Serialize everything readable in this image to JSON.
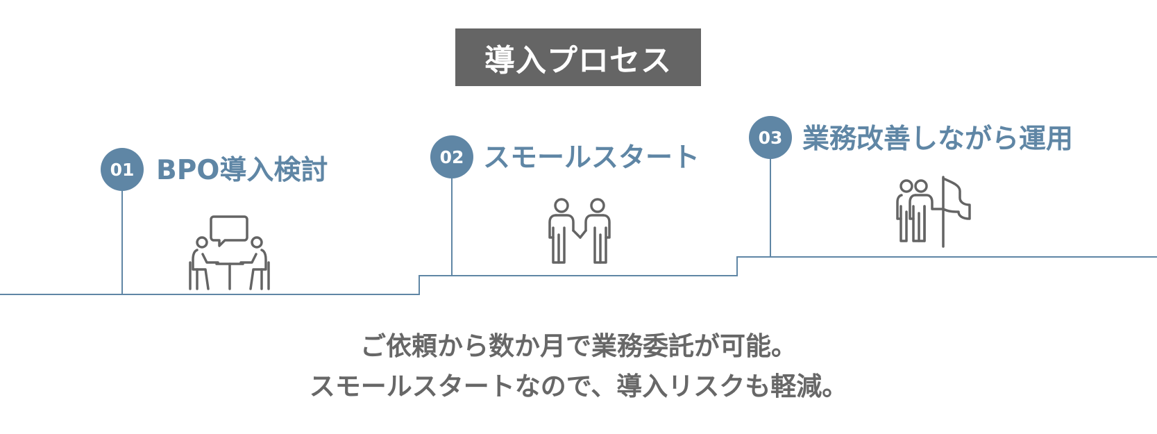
{
  "title": "導入プロセス",
  "colors": {
    "accent": "#5f86a5",
    "title_bg": "#656565",
    "text_gray": "#676767",
    "icon_stroke": "#646464"
  },
  "steps": [
    {
      "number": "01",
      "label": "BPO導入検討",
      "icon": "meeting-icon"
    },
    {
      "number": "02",
      "label": "スモールスタート",
      "icon": "handshake-icon"
    },
    {
      "number": "03",
      "label": "業務改善しながら運用",
      "icon": "flag-team-icon"
    }
  ],
  "caption": {
    "line1": "ご依頼から数か月で業務委託が可能。",
    "line2": "スモールスタートなので、導入リスクも軽減。"
  }
}
